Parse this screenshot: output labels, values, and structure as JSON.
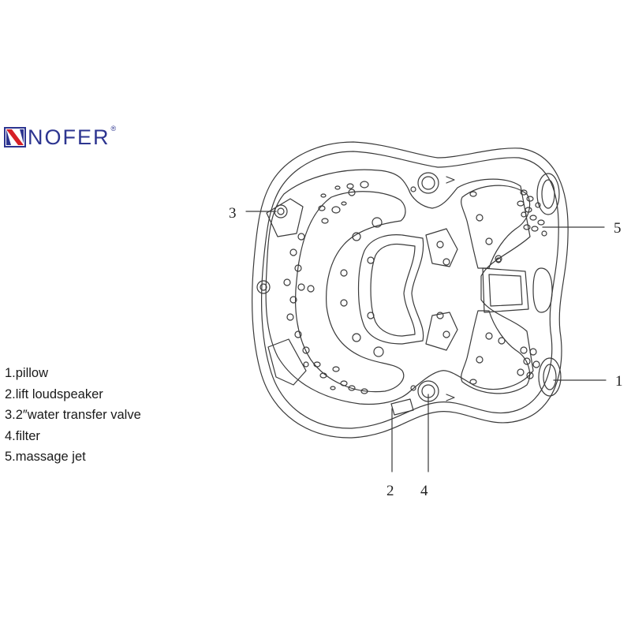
{
  "logo": {
    "text": "NOFER",
    "registered": "®",
    "colors": {
      "red": "#d62027",
      "blue": "#2d3590"
    }
  },
  "legend": [
    "1.pillow",
    "2.lift loudspeaker",
    "3.2″water transfer valve",
    "4.filter",
    "5.massage jet"
  ],
  "callouts": [
    "1",
    "2",
    "3",
    "4",
    "5"
  ],
  "line_color": "#3a3a3a"
}
